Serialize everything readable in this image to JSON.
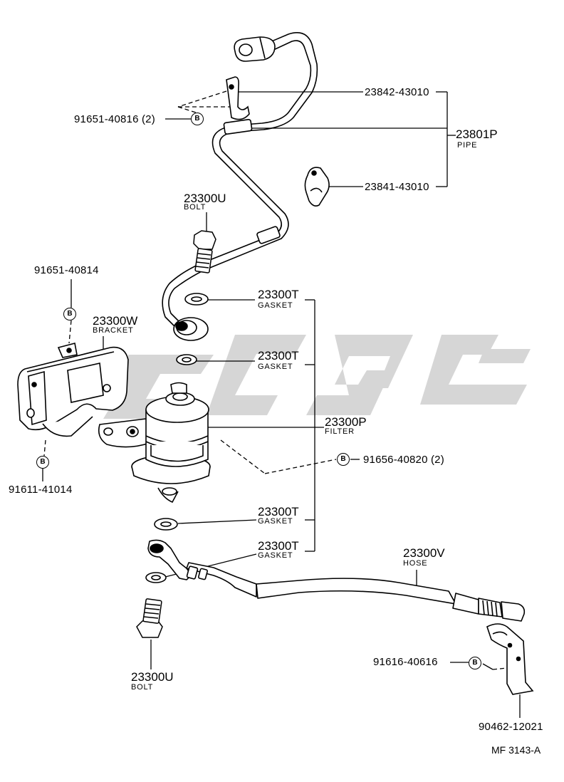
{
  "refs": {
    "top_bolt_ref": "91651-40816 (2)",
    "clamp_upper": "23842-43010",
    "pipe_part": "23801P",
    "pipe_name": "PIPE",
    "clamp_lower": "23841-43010",
    "bolt_top_part": "23300U",
    "bolt_top_name": "BOLT",
    "bracket_bolt_top": "91651-40814",
    "bracket_part": "23300W",
    "bracket_name": "BRACKET",
    "bracket_bolt_bottom": "91611-41014",
    "gasket_1_part": "23300T",
    "gasket_1_name": "GASKET",
    "gasket_2_part": "23300T",
    "gasket_2_name": "GASKET",
    "filter_part": "23300P",
    "filter_name": "FILTER",
    "filter_bolt_ref": "91656-40820 (2)",
    "gasket_3_part": "23300T",
    "gasket_3_name": "GASKET",
    "gasket_4_part": "23300T",
    "gasket_4_name": "GASKET",
    "hose_part": "23300V",
    "hose_name": "HOSE",
    "hose_bolt_ref": "91616-40616",
    "bolt_bottom_part": "23300U",
    "bolt_bottom_name": "BOLT",
    "hose_clamp_ref": "90462-12021",
    "figure_code": "MF  3143-A"
  },
  "marks": {
    "b": "B"
  }
}
